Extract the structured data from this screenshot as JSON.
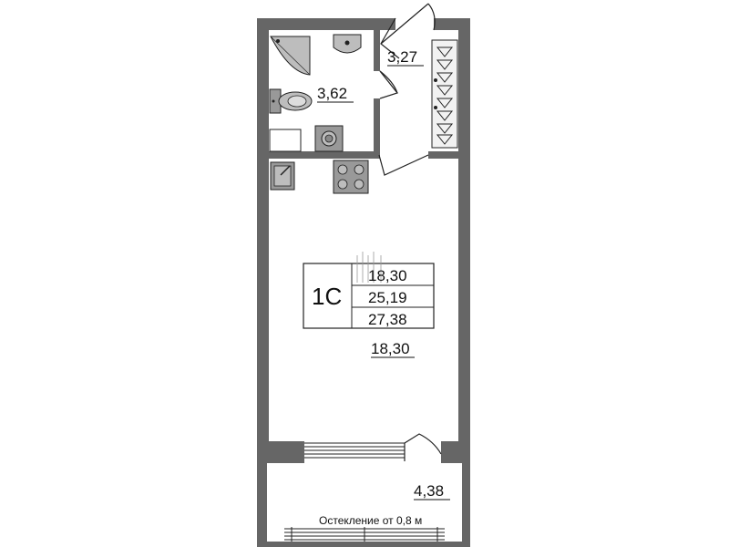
{
  "rooms": {
    "hall_area": "3,27",
    "bathroom_area": "3,62",
    "living_area": "18,30",
    "balcony_area": "4,38"
  },
  "legend": {
    "type": "1С",
    "living": "18,30",
    "total": "25,19",
    "total_with_balcony": "27,38"
  },
  "balcony_note": "Остекление от 0,8 м",
  "colors": {
    "wall": "#666666",
    "fixture": "#888888",
    "line": "#222222"
  }
}
